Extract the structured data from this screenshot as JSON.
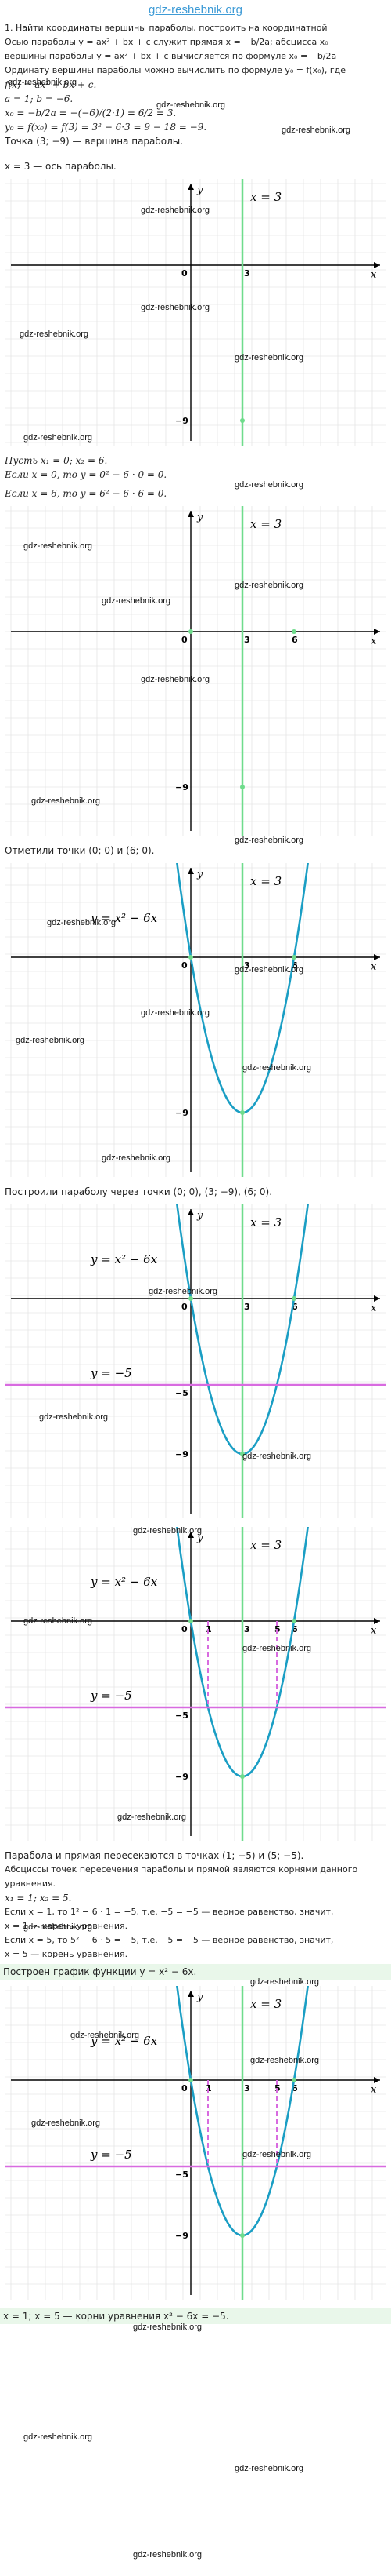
{
  "header": {
    "site": "gdz-reshebnik.org"
  },
  "watermark": "gdz-reshebnik.org",
  "intro": {
    "task": "1. Найти координаты вершины параболы, построить на координатной",
    "axis_line": "Осью параболы y = ax² + bx + c служит прямая x = −b/2a; абсцисса x₀",
    "vertex_line": "вершины параболы y = ax² + bx + c вычисляется по формуле x₀ = −b/2a",
    "ordinate_line": "Ординату вершины параболы можно вычислить по формуле y₀ = f(x₀), где",
    "f_line": "f(x) = ax² + bx + c.",
    "ab_line": "a = 1; b = −6.",
    "x0_line": "x₀ = −b/2a = −(−6)/(2·1) = 6/2 = 3.",
    "y0_line": "y₀ = f(x₀) = f(3) = 3² − 6·3 = 9 − 18 = −9.",
    "vertex_point": "Точка (3; −9) — вершина параболы.",
    "axis_of_parabola": "x = 3 — ось параболы."
  },
  "step2": {
    "let": "Пусть x₁ = 0; x₂ = 6.",
    "if0": "Если x = 0, то y = 0² − 6 · 0 = 0.",
    "if6": "Если x = 6, то y = 6² − 6 · 6 = 0."
  },
  "step3": {
    "marked": "Отметили точки (0; 0) и (6; 0)."
  },
  "step4": {
    "built": "Построили параболу через точки (0; 0), (3; −9), (6; 0)."
  },
  "step6": {
    "intersect": "Парабола и прямая пересекаются в точках (1; −5) и (5; −5).",
    "abscissas1": "Абсциссы точек пересечения параболы и прямой являются корнями данного",
    "abscissas2": "уравнения.",
    "roots": "x₁ = 1; x₂ = 5.",
    "check1a": "Если x = 1, то 1² − 6 · 1 = −5, т.е. −5 = −5 — верное равенство, значит,",
    "check1b": "x = 1 — корень уравнения.",
    "check5a": "Если x = 5, то 5² − 6 · 5 = −5, т.е. −5 = −5 — верное равенство, значит,",
    "check5b": "x = 5 — корень уравнения.",
    "graph_built": "Построен график функции y = x² − 6x."
  },
  "final": {
    "answer": "x = 1; x = 5 — корни уравнения x² − 6x = −5."
  },
  "graph": {
    "axis_y": "y",
    "axis_x": "x",
    "origin": "0",
    "tick3": "3",
    "tick6": "6",
    "tick1": "1",
    "tick5": "5",
    "tick_m9": "−9",
    "tick_m5": "−5",
    "axis_line_label": "x = 3",
    "parabola_label": "y = x² − 6x",
    "line_label": "y = −5",
    "colors": {
      "axis_line": "#6fdc8c",
      "parabola": "#1a9ec4",
      "line_y": "#d86be0",
      "dashes": "#d86be0",
      "grid": "#dddddd"
    }
  }
}
